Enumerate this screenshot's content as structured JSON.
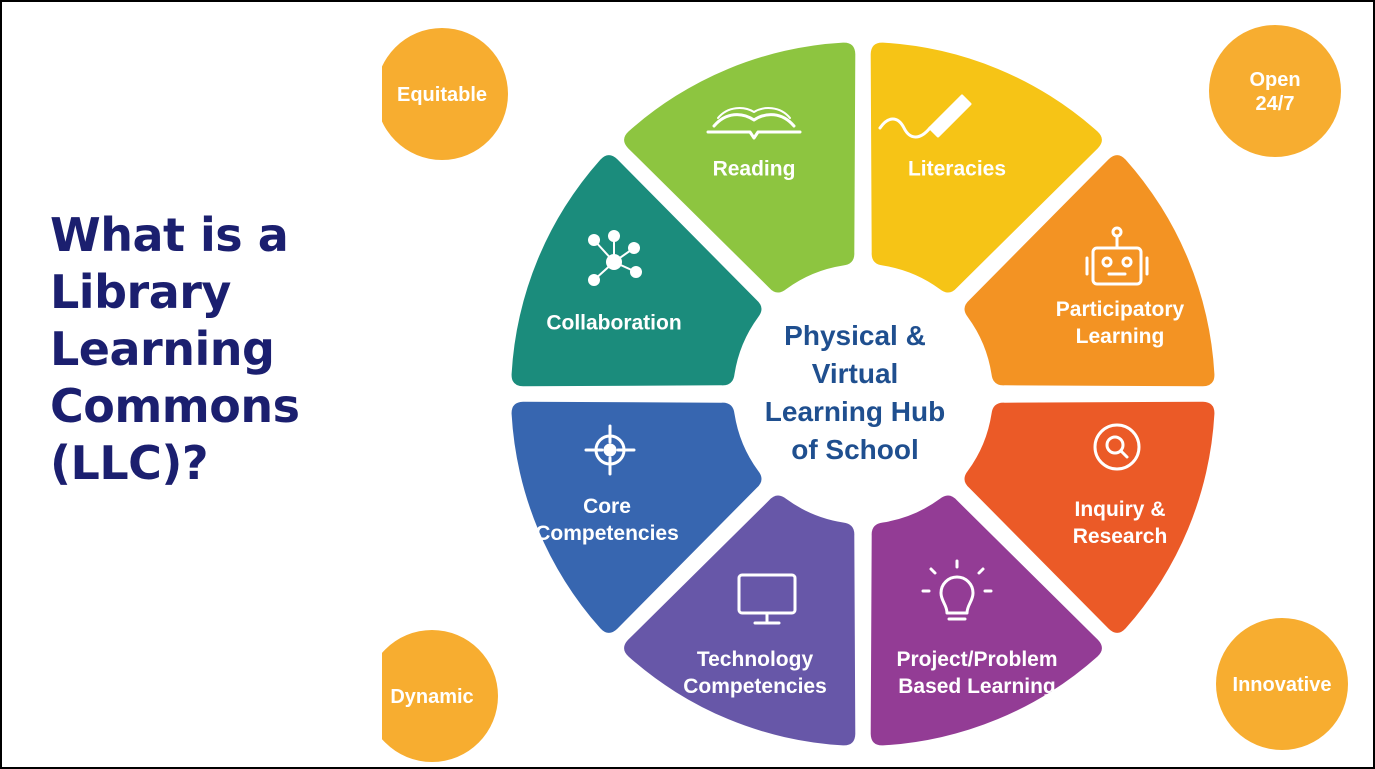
{
  "title": {
    "lines": [
      "What is a",
      "Library",
      "Learning",
      "Commons",
      "(LLC)?"
    ]
  },
  "hub": {
    "lines": [
      "Physical &",
      "Virtual",
      "Learning Hub",
      "of School"
    ],
    "color": "#1f4f8f"
  },
  "segments": [
    {
      "id": "literacies",
      "lines": [
        "Literacies"
      ],
      "color": "#f6c416",
      "icon": "pencil-icon"
    },
    {
      "id": "participatory-learning",
      "lines": [
        "Participatory",
        "Learning"
      ],
      "color": "#f39323",
      "icon": "robot-icon"
    },
    {
      "id": "inquiry-research",
      "lines": [
        "Inquiry &",
        "Research"
      ],
      "color": "#eb5a27",
      "icon": "magnifier-icon"
    },
    {
      "id": "project-problem-based-learning",
      "lines": [
        "Project/Problem",
        "Based Learning"
      ],
      "color": "#933c95",
      "icon": "lightbulb-icon"
    },
    {
      "id": "technology-competencies",
      "lines": [
        "Technology",
        "Competencies"
      ],
      "color": "#6757a8",
      "icon": "monitor-icon"
    },
    {
      "id": "core-competencies",
      "lines": [
        "Core",
        "Competencies"
      ],
      "color": "#3766b0",
      "icon": "target-icon"
    },
    {
      "id": "collaboration",
      "lines": [
        "Collaboration"
      ],
      "color": "#1b8c7c",
      "icon": "network-icon"
    },
    {
      "id": "reading",
      "lines": [
        "Reading"
      ],
      "color": "#8dc540",
      "icon": "book-icon"
    }
  ],
  "corner_badges": [
    {
      "id": "equitable",
      "lines": [
        "Equitable"
      ]
    },
    {
      "id": "open-24-7",
      "lines": [
        "Open",
        "24/7"
      ]
    },
    {
      "id": "dynamic",
      "lines": [
        "Dynamic"
      ]
    },
    {
      "id": "innovative",
      "lines": [
        "Innovative"
      ]
    }
  ],
  "colors": {
    "title": "#1b1f6f",
    "badge_fill": "#f7ad30",
    "label_text": "#ffffff",
    "border": "#000000"
  }
}
